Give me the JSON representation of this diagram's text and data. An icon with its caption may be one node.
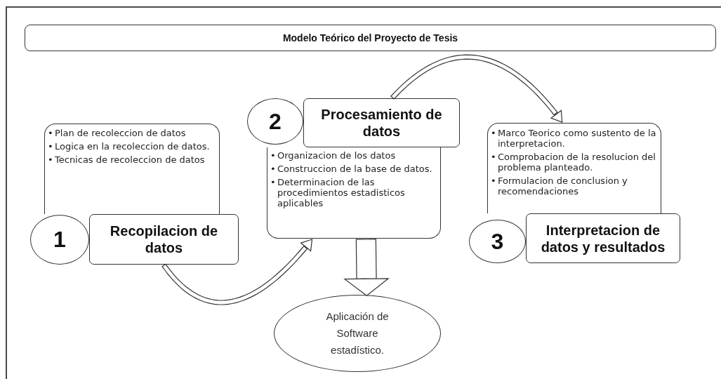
{
  "diagram": {
    "title": "Modelo Teórico del Proyecto de Tesis",
    "nodes": [
      {
        "text": [
          "•Plan de recoleccion de datos",
          "•Logica en la recoleccion de datos.",
          "•Tecnicas de recoleccion de datos"
        ]
      },
      {
        "text": [
          "1"
        ]
      },
      {
        "text": [
          "Recopilacion de datos"
        ]
      },
      {
        "text": [
          "2"
        ]
      },
      {
        "text": [
          "Procesamiento de datos"
        ]
      },
      {
        "text": [
          "•Organizacion de los datos",
          "•Construccion de la base de datos.",
          "•Determinacion de las procedimientos estadisticos aplicables"
        ]
      },
      {
        "text": [
          "•Marco Teorico como sustento de la interpretacion.",
          "•Comprobacion de la resolucion del problema planteado.",
          "•Formulacion de conclusion y recomendaciones"
        ]
      },
      {
        "text": [
          "3"
        ]
      },
      {
        "text": [
          "Interpretacion de datos y resultados"
        ]
      },
      {
        "text": [
          "Aplicación de Software estadístico."
        ]
      }
    ],
    "edges": [
      {
        "from": 2,
        "to": 5,
        "arrow": "to"
      },
      {
        "from": 4,
        "to": 6,
        "arrow": "to"
      },
      {
        "from": 5,
        "to": 9,
        "arrow": "to"
      }
    ]
  }
}
